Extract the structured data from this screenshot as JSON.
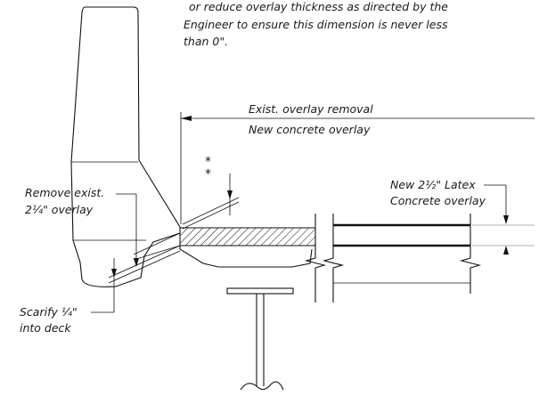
{
  "note": {
    "line1": "or reduce overlay thickness as directed by the",
    "line2": "Engineer to ensure this dimension is never less",
    "line3": "than 0\"."
  },
  "labels": {
    "exist_overlay_removal": "Exist. overlay removal",
    "new_concrete_overlay": "New concrete overlay",
    "asterisk_mark": "**",
    "new_latex_line1": "New 2½\" Latex",
    "new_latex_line2": "Concrete overlay",
    "remove_exist_line1": "Remove exist.",
    "remove_exist_line2": "2¼\" overlay",
    "scarify_line1": "Scarify ¼\"",
    "scarify_line2": "into deck"
  }
}
